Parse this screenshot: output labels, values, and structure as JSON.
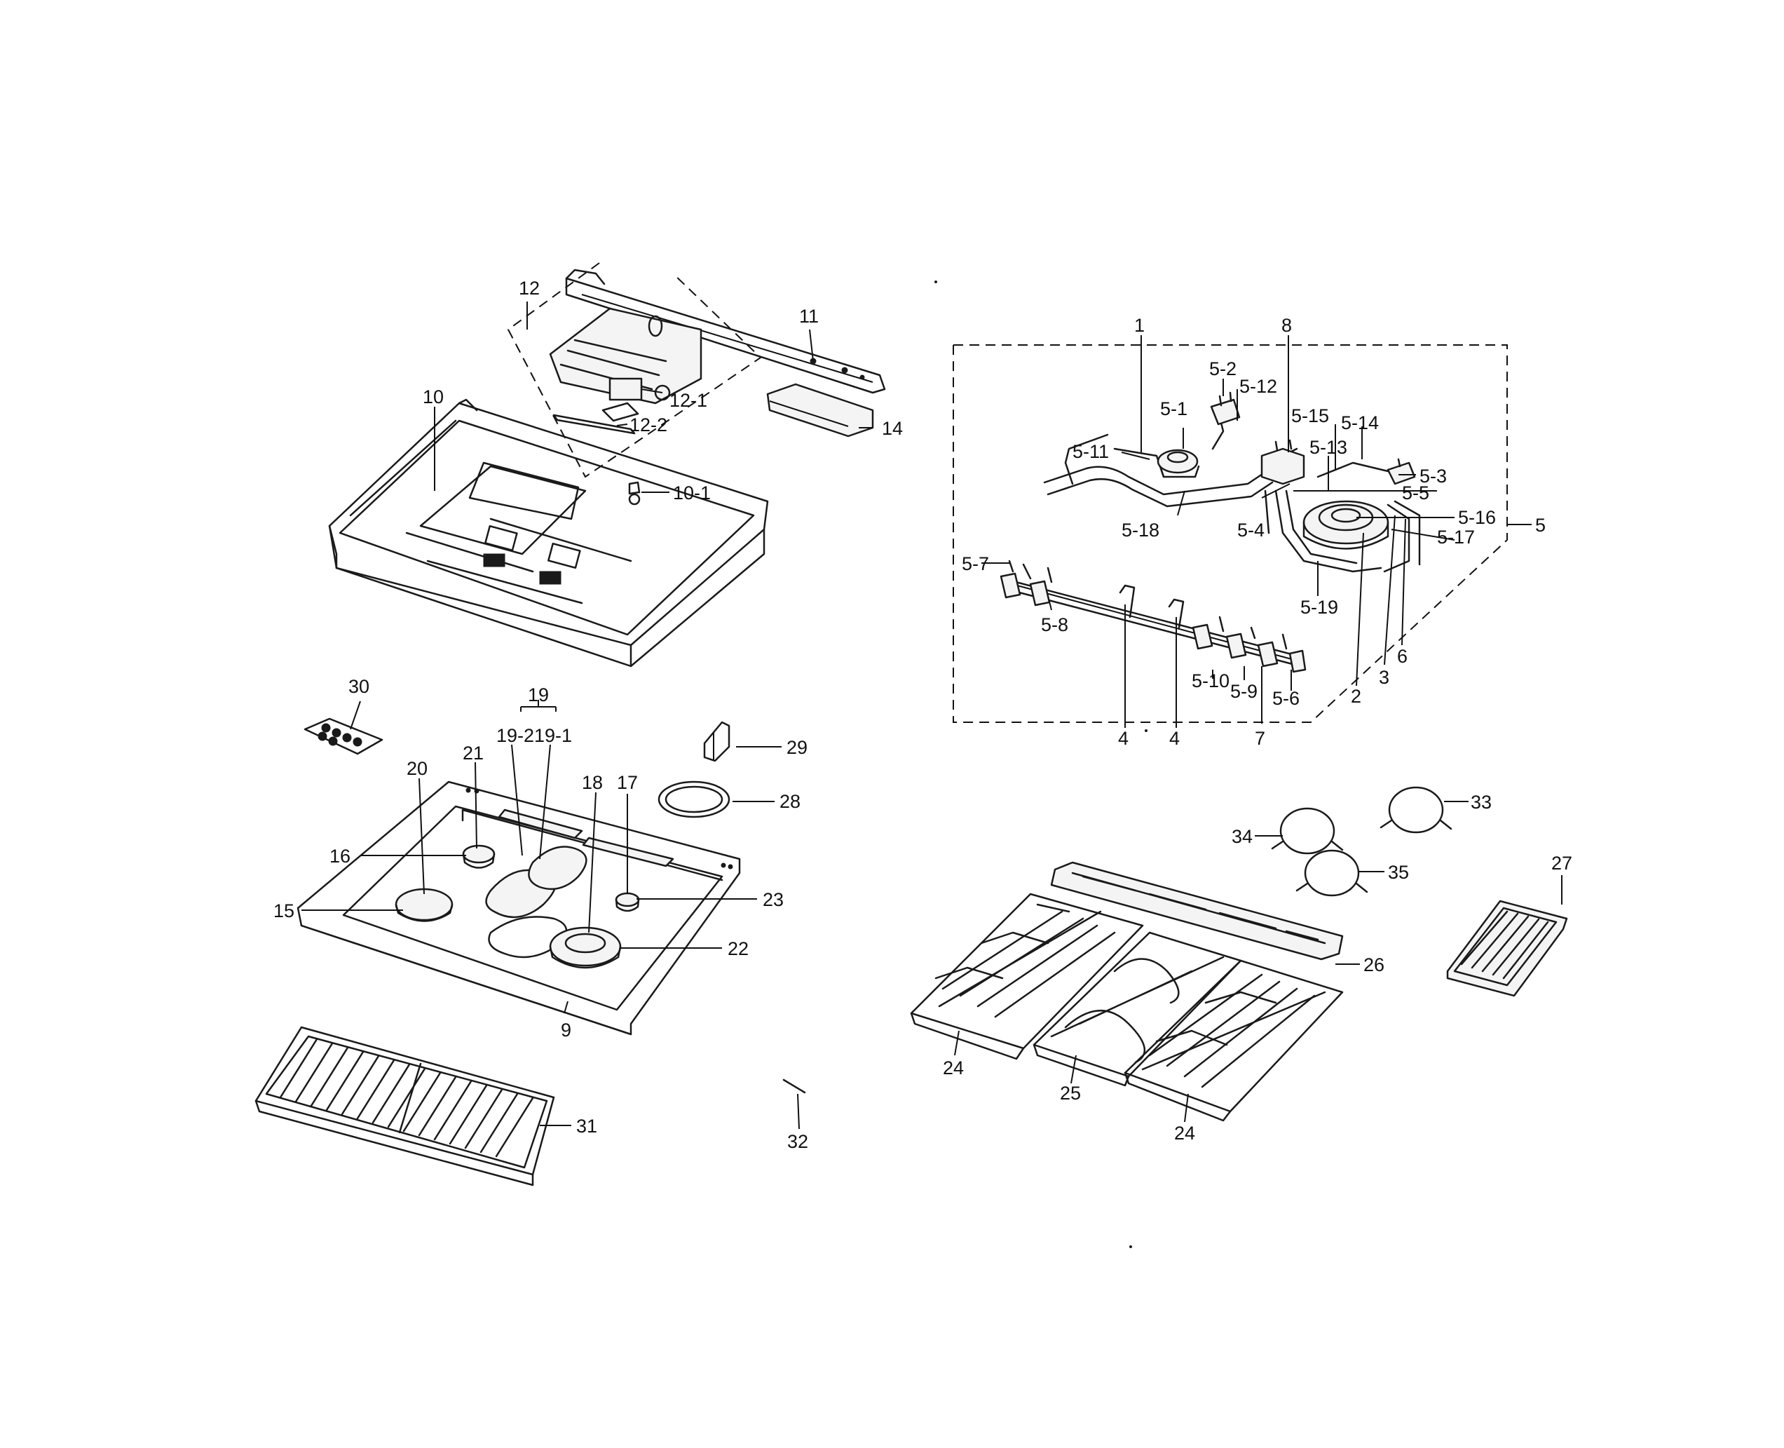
{
  "labels": {
    "l1": "1",
    "l2": "2",
    "l3": "3",
    "l4a": "4",
    "l4b": "4",
    "l5": "5",
    "l5_1": "5-1",
    "l5_2": "5-2",
    "l5_3": "5-3",
    "l5_4": "5-4",
    "l5_5": "5-5",
    "l5_6": "5-6",
    "l5_7": "5-7",
    "l5_8": "5-8",
    "l5_9": "5-9",
    "l5_10": "5-10",
    "l5_11": "5-11",
    "l5_12": "5-12",
    "l5_13": "5-13",
    "l5_14": "5-14",
    "l5_15": "5-15",
    "l5_16": "5-16",
    "l5_17": "5-17",
    "l5_18": "5-18",
    "l5_19": "5-19",
    "l6": "6",
    "l7": "7",
    "l8": "8",
    "l9": "9",
    "l10": "10",
    "l10_1": "10-1",
    "l11": "11",
    "l12": "12",
    "l12_1": "12-1",
    "l12_2": "12-2",
    "l14": "14",
    "l15": "15",
    "l16": "16",
    "l17": "17",
    "l18": "18",
    "l19": "19",
    "l19_1": "19-1",
    "l19_2": "19-2",
    "l20": "20",
    "l21": "21",
    "l22": "22",
    "l23": "23",
    "l24a": "24",
    "l24b": "24",
    "l25": "25",
    "l26": "26",
    "l27": "27",
    "l28": "28",
    "l29": "29",
    "l30": "30",
    "l31": "31",
    "l32": "32",
    "l33": "33",
    "l34": "34",
    "l35": "35"
  }
}
